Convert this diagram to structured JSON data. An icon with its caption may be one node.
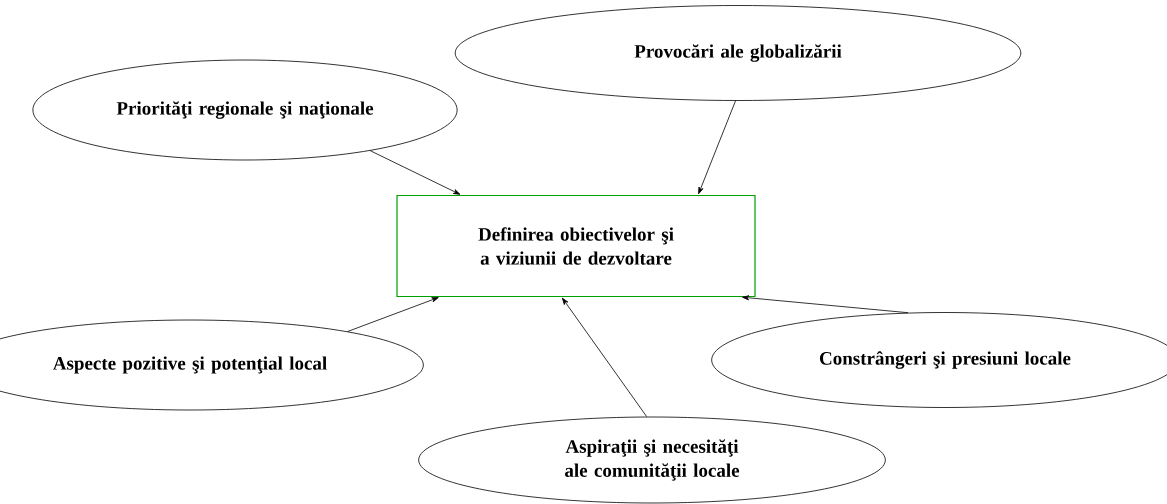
{
  "diagram": {
    "nodes": [
      {
        "text": [
          "Definirea obiectivelor şi a viziunii de dezvoltare"
        ]
      },
      {
        "text": [
          "Priorităţi regionale şi naţionale"
        ]
      },
      {
        "text": [
          "Provocări ale globalizării"
        ]
      },
      {
        "text": [
          "Aspecte pozitive şi potenţial local"
        ]
      },
      {
        "text": [
          "Constrângeri şi presiuni locale"
        ]
      },
      {
        "text": [
          "Aspiraţii şi necesităţi ale comunităţii locale"
        ]
      }
    ],
    "edges": [
      {
        "from": 1,
        "to": 0,
        "arrow": "to"
      },
      {
        "from": 2,
        "to": 0,
        "arrow": "to"
      },
      {
        "from": 3,
        "to": 0,
        "arrow": "to"
      },
      {
        "from": 5,
        "to": 0,
        "arrow": "to"
      },
      {
        "from": 4,
        "to": 0,
        "arrow": "to"
      }
    ]
  }
}
